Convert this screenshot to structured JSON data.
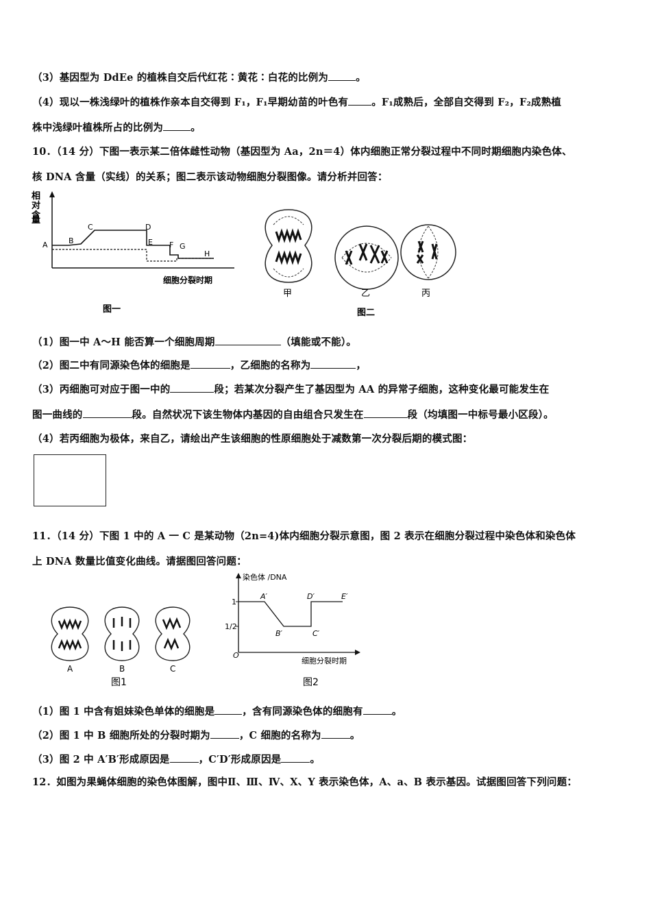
{
  "q9": {
    "p3": "（3）基因型为 DdEe 的植株自交后代红花∶黄花∶白花的比例为",
    "p3_end": "。",
    "p4_a": "（4）现以一株浅绿叶的植株作亲本自交得到 F₁，F₁早期幼苗的叶色有",
    "p4_b": "。F₁成熟后，全部自交得到 F₂，F₂成熟植",
    "p4_c": "株中浅绿叶植株所占的比例为",
    "p4_end": "。"
  },
  "q10": {
    "stem_1": "10．（14 分）下图一表示某二倍体雌性动物（基因型为 Aa，2n＝4）体内细胞正常分裂过程中不同时期细胞内染色体、",
    "stem_2": "核 DNA 含量（实线）的关系；图二表示该动物细胞分裂图像。请分析并回答：",
    "fig1": {
      "ylabel_1": "相",
      "ylabel_2": "对",
      "ylabel_3": "含",
      "ylabel_4": "量",
      "xlabel": "细胞分裂时期",
      "caption": "图一",
      "point_labels": [
        "A",
        "B",
        "C",
        "D",
        "E",
        "F",
        "G",
        "H"
      ]
    },
    "fig2": {
      "cell_labels": [
        "甲",
        "乙",
        "丙"
      ],
      "caption": "图二"
    },
    "p1_a": "（1）图一中 A～H 能否算一个细胞周期",
    "p1_b": "（填能或不能）。",
    "p2_a": "（2）图二中有同源染色体的细胞是",
    "p2_b": "，乙细胞的名称为",
    "p2_c": "，",
    "p3_a": "（3）丙细胞可对应于图一中的",
    "p3_b": "段；若某次分裂产生了基因型为 AA 的异常子细胞，这种变化最可能发生在",
    "p3_c": "图一曲线的",
    "p3_d": "段。自然状况下该生物体内基因的自由组合只发生在",
    "p3_e": "段（均填图一中标号最小区段）。",
    "p4": "（4）若丙细胞为极体，来自乙，请绘出产生该细胞的性原细胞处于减数第一次分裂后期的模式图："
  },
  "q11": {
    "stem_1": "11．（14 分）下图 1 中的 A 一 C 是某动物（2n=4)体内细胞分裂示意图，图 2 表示在细胞分裂过程中染色体和染色体",
    "stem_2": "上 DNA 数量比值变化曲线。请据图回答问题：",
    "fig1": {
      "cell_labels": [
        "A",
        "B",
        "C"
      ],
      "caption": "图1"
    },
    "fig2": {
      "ylabel": "染色体 /DNA",
      "y_ticks": [
        "1",
        "1/2"
      ],
      "origin": "O",
      "xlabel": "细胞分裂时期",
      "point_labels": [
        "A′",
        "B′",
        "C′",
        "D′",
        "E′"
      ],
      "caption": "图2"
    },
    "p1_a": "（1）图 1 中含有姐妹染色单体的细胞是",
    "p1_b": "，含有同源染色体的细胞有",
    "p1_c": "。",
    "p2_a": "（2）图 1 中 B 细胞所处的分裂时期为",
    "p2_b": "，C 细胞的名称为",
    "p2_c": "。",
    "p3_a": "（3）图 2 中 A′B′形成原因是",
    "p3_b": "，C′D′形成原因是",
    "p3_c": "。"
  },
  "q12": {
    "stem": "12．如图为果蝇体细胞的染色体图解，图中Ⅱ、Ⅲ、Ⅳ、X、Y 表示染色体，A、a、B 表示基因。试据图回答下列问题："
  }
}
